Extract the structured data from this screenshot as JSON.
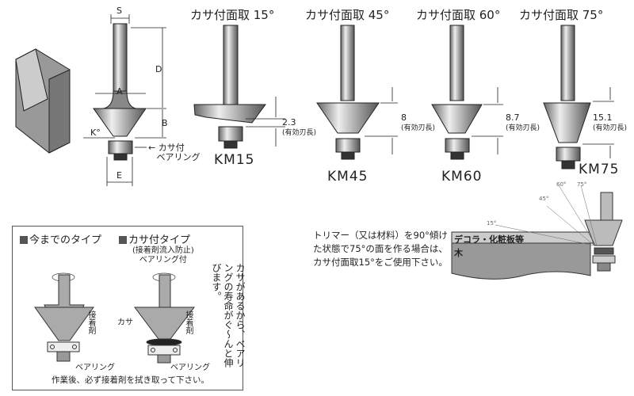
{
  "dimension_labels": {
    "S": "S",
    "D": "D",
    "A": "A",
    "B": "B",
    "K": "K°",
    "E": "E",
    "bearing_note_line1": "カサ付",
    "bearing_note_line2": "ベアリング"
  },
  "products": [
    {
      "title": "カサ付面取 15°",
      "model": "KM15",
      "length": "2.3",
      "length_note": "(有効刃長)"
    },
    {
      "title": "カサ付面取 45°",
      "model": "KM45",
      "length": "8",
      "length_note": "(有効刃長)"
    },
    {
      "title": "カサ付面取 60°",
      "model": "KM60",
      "length": "8.7",
      "length_note": "(有効刃長)"
    },
    {
      "title": "カサ付面取 75°",
      "model": "KM75",
      "length": "15.1",
      "length_note": "(有効刃長)"
    }
  ],
  "usage_diagram": {
    "angles": [
      "15°",
      "45°",
      "60°",
      "75°"
    ],
    "layer_top": "デコラ・化粧板等",
    "layer_bottom": "木"
  },
  "usage_text": "トリマー（又は材料）を90°傾けた状態で75°の面を作る場合は、カサ付面取15°をご使用下さい。",
  "comparison": {
    "old_type": "今までのタイプ",
    "new_type": "カサ付タイプ",
    "new_type_note_line1": "接着剤流入防止",
    "new_type_note_line2": "ベアリング付",
    "adhesive": "接着剤",
    "kasa": "カサ",
    "bearing": "ベアリング",
    "side_note": "カサがあるから、ベアリングの寿命がぐ～んと伸びます。",
    "footer": "作業後、必ず接着剤を拭き取って下さい。"
  }
}
